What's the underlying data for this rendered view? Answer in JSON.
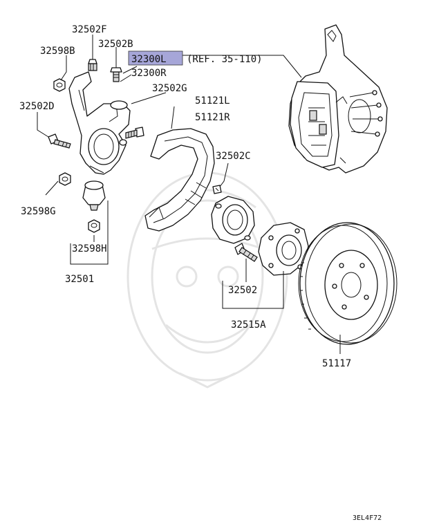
{
  "labels": {
    "p32502F": "32502F",
    "p32502B": "32502B",
    "p32598B": "32598B",
    "p32300L": "32300L",
    "ref": "(REF. 35-110)",
    "p32300R": "32300R",
    "p32502G": "32502G",
    "p32502D": "32502D",
    "p51121L": "51121L",
    "p51121R": "51121R",
    "p32502C": "32502C",
    "p32598G": "32598G",
    "p32598H": "32598H",
    "p32501": "32501",
    "p32502": "32502",
    "p32515A": "32515A",
    "p51117": "51117"
  },
  "diagram_code": "3EL4F72",
  "highlight_color": "#a6a6d8"
}
